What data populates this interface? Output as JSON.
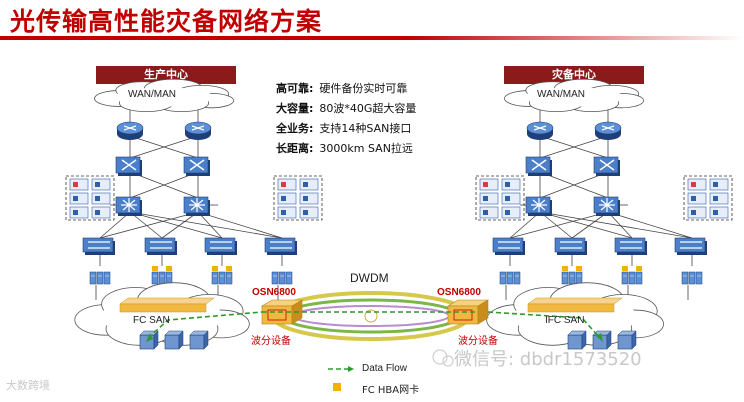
{
  "title": "光传输高性能灾备网络方案",
  "sites": {
    "production": {
      "label": "生产中心",
      "cloud": "WAN/MAN",
      "san": "FC SAN",
      "oadm_name": "OSN6800",
      "oadm_label": "波分设备"
    },
    "disaster": {
      "label": "灾备中心",
      "cloud": "WAN/MAN",
      "san": "IFC SAN",
      "oadm_name": "OSN6800",
      "oadm_label": "波分设备"
    }
  },
  "features": [
    {
      "key": "高可靠:",
      "value": "硬件备份实时可靠"
    },
    {
      "key": "大容量:",
      "value": "80波*40G超大容量"
    },
    {
      "key": "全业务:",
      "value": "支持14种SAN接口"
    },
    {
      "key": "长距离:",
      "value": "3000km SAN拉远"
    }
  ],
  "link": {
    "label": "DWDM"
  },
  "legend": {
    "data_flow": "Data Flow",
    "hba": "FC HBA网卡"
  },
  "watermark": {
    "main": "微信号: dbdr1573520",
    "corner": "大数跨境"
  },
  "colors": {
    "title": "#c00000",
    "bar": "#8b1a1a",
    "device": "#2f5fa8",
    "flow": "#2e9a2e",
    "hba": "#f0b400",
    "ring_outer": "#d6c84a",
    "ring_inner": "#7ab648"
  }
}
